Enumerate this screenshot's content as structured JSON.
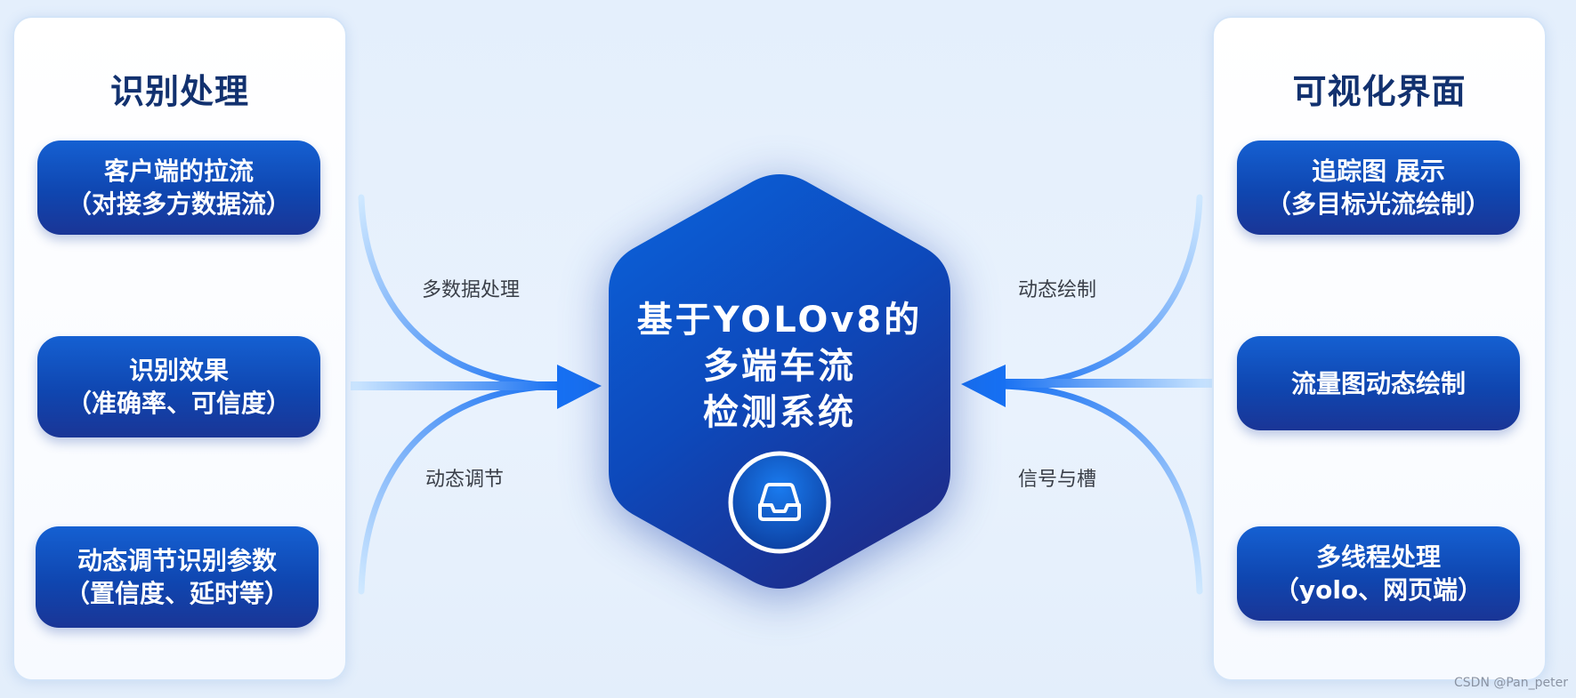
{
  "left_panel": {
    "title": "识别处理",
    "items": [
      {
        "line1": "客户端的拉流",
        "line2": "（对接多方数据流）"
      },
      {
        "line1": "识别效果",
        "line2": "（准确率、可信度）"
      },
      {
        "line1": "动态调节识别参数",
        "line2": "（置信度、延时等）"
      }
    ]
  },
  "right_panel": {
    "title": "可视化界面",
    "items": [
      {
        "line1": "追踪图 展示",
        "line2": "（多目标光流绘制）"
      },
      {
        "line1": "流量图动态绘制",
        "line2": ""
      },
      {
        "line1": "多线程处理",
        "line2": "（yolo、网页端）"
      }
    ]
  },
  "center": {
    "line1": "基于YOLOv8的",
    "line2": "多端车流",
    "line3": "检测系统",
    "icon": "inbox-tray-icon"
  },
  "flow_labels": {
    "left_top": "多数据处理",
    "left_bottom": "动态调节",
    "right_top": "动态绘制",
    "right_bottom": "信号与槽"
  },
  "colors": {
    "box_blue": "#1152c4",
    "arrow_blue": "#1770f2",
    "title_navy": "#12316f",
    "hex_blue": "#0e4bbf"
  },
  "watermark": "CSDN @Pan_peter"
}
